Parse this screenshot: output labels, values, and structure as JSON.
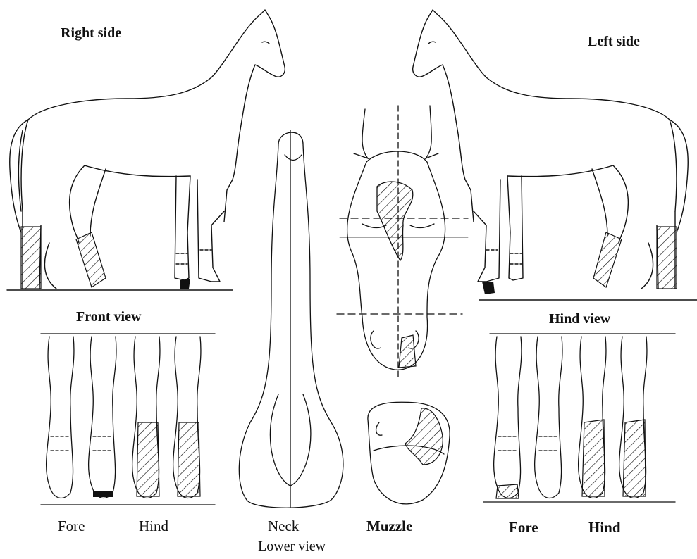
{
  "labels": {
    "right_side": "Right side",
    "left_side": "Left side",
    "front_view": "Front view",
    "hind_view": "Hind view",
    "fore_left": "Fore",
    "hind_left": "Hind",
    "neck": "Neck",
    "lower_view": "Lower view",
    "muzzle": "Muzzle",
    "fore_right": "Fore",
    "hind_right": "Hind"
  },
  "colors": {
    "ink": "#111111",
    "paper": "#ffffff"
  },
  "markings": [
    "right-side legs",
    "left-side legs",
    "front view hind legs",
    "hind view hind legs",
    "forehead",
    "muzzle"
  ]
}
